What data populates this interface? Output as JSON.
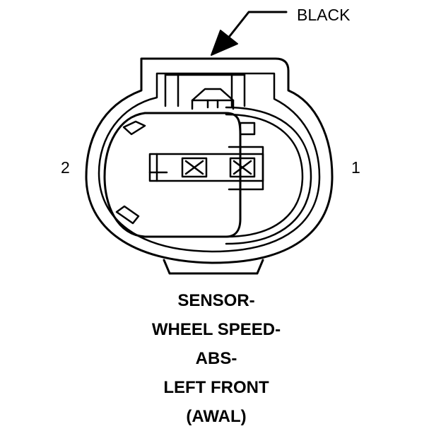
{
  "diagram": {
    "callout_label": "BLACK",
    "pin_left_label": "2",
    "pin_right_label": "1",
    "caption_lines": [
      "SENSOR-",
      "WHEEL SPEED-",
      "ABS-",
      "LEFT FRONT",
      "(AWAL)"
    ],
    "stroke_color": "#000000",
    "background_color": "#ffffff"
  }
}
